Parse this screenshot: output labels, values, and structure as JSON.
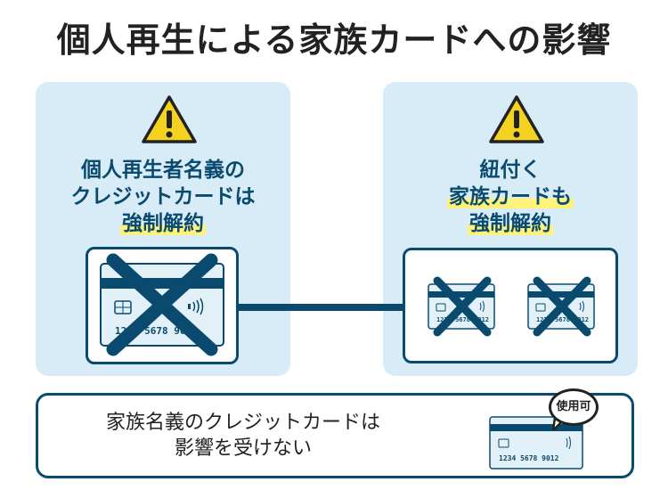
{
  "title": "個人再生による家族カードへの影響",
  "left_panel": {
    "line1": "個人再生者名義の",
    "line2": "クレジットカードは",
    "line3": "強制解約"
  },
  "right_panel": {
    "line1": "紐付く",
    "line2": "家族カードも",
    "line3": "強制解約"
  },
  "card_number": "1234 5678 9012",
  "bottom": {
    "line1": "家族名義のクレジットカードは",
    "line2": "影響を受けない",
    "badge": "使用可"
  },
  "colors": {
    "navy": "#0b4a6f",
    "panel_bg": "#d7ecf6",
    "highlight": "#fff27a",
    "warning": "#f5d21f",
    "card_bg": "#e2f0f8"
  },
  "icons": [
    "warning-icon",
    "credit-card-icon",
    "cross-mark-icon",
    "ic-chip-icon",
    "contactless-icon"
  ]
}
